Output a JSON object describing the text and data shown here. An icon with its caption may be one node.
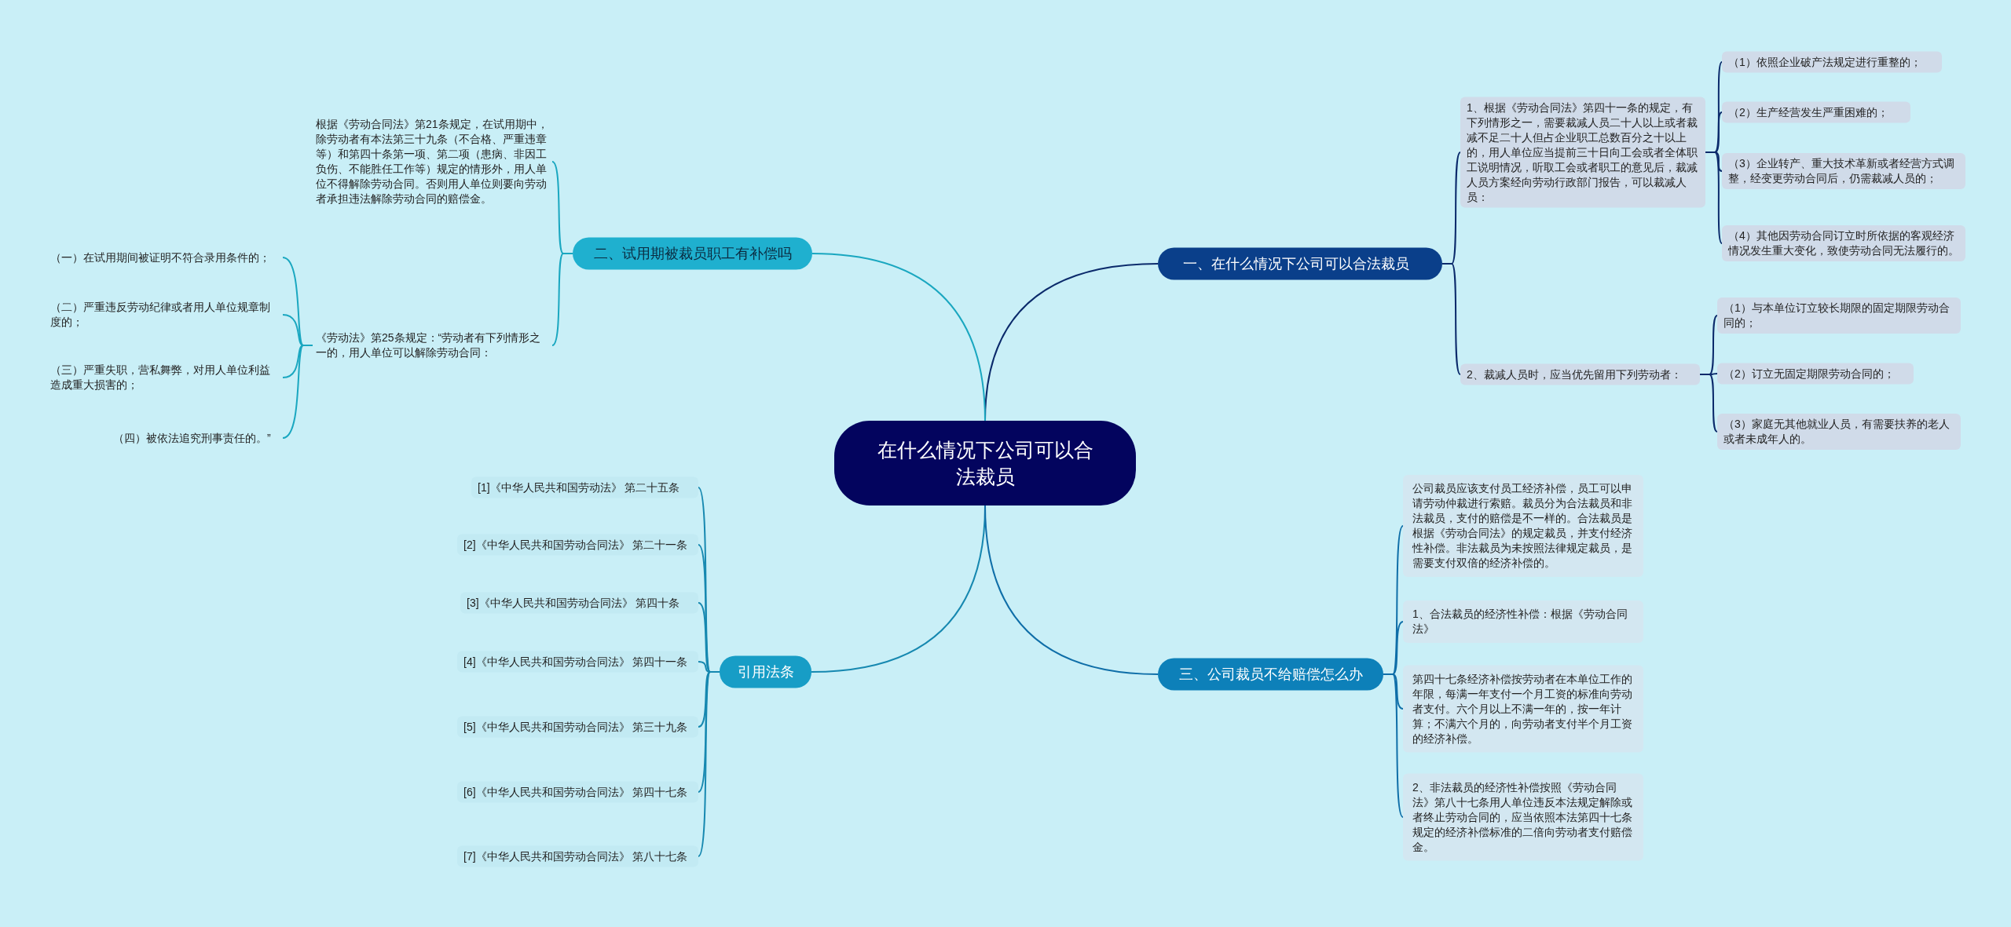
{
  "diagram": {
    "nodes": [
      {
        "text": [
          "在什么情况下公司可以合法裁员"
        ]
      },
      {
        "text": [
          "一、在什么情况下公司可以合法裁员"
        ]
      },
      {
        "text": [
          "1、根据《劳动合同法》第四十一条的规定，有下列情形之一，需要裁减人员二十人以上或者裁减不足二十人但占企业职工总数百分之十以上的，用人单位应当提前三十日向工会或者全体职工说明情况，听取工会或者职工的意见后，裁减人员方案经向劳动行政部门报告，可以裁减人员："
        ]
      },
      {
        "text": [
          "（1）依照企业破产法规定进行重整的；"
        ]
      },
      {
        "text": [
          "（2）生产经营发生严重困难的；"
        ]
      },
      {
        "text": [
          "（3）企业转产、重大技术革新或者经营方式调整，经变更劳动合同后，仍需裁减人员的；"
        ]
      },
      {
        "text": [
          "（4）其他因劳动合同订立时所依据的客观经济情况发生重大变化，致使劳动合同无法履行的。"
        ]
      },
      {
        "text": [
          "2、裁减人员时，应当优先留用下列劳动者："
        ]
      },
      {
        "text": [
          "（1）与本单位订立较长期限的固定期限劳动合同的；"
        ]
      },
      {
        "text": [
          "（2）订立无固定期限劳动合同的；"
        ]
      },
      {
        "text": [
          "（3）家庭无其他就业人员，有需要扶养的老人或者未成年人的。"
        ]
      },
      {
        "text": [
          "二、试用期被裁员职工有补偿吗"
        ]
      },
      {
        "text": [
          "根据《劳动合同法》第21条规定，在试用期中，除劳动者有本法第三十九条（不合格、严重违章等）和第四十条第一项、第二项（患病、非因工负伤、不能胜任工作等）规定的情形外，用人单位不得解除劳动合同。否则用人单位则要向劳动者承担违法解除劳动合同的赔偿金。"
        ]
      },
      {
        "text": [
          "《劳动法》第25条规定：“劳动者有下列情形之一的，用人单位可以解除劳动合同："
        ]
      },
      {
        "text": [
          "（一）在试用期间被证明不符合录用条件的；"
        ]
      },
      {
        "text": [
          "（二）严重违反劳动纪律或者用人单位规章制度的；"
        ]
      },
      {
        "text": [
          "（三）严重失职，营私舞弊，对用人单位利益造成重大损害的；"
        ]
      },
      {
        "text": [
          "（四）被依法追究刑事责任的。”"
        ]
      },
      {
        "text": [
          "引用法条"
        ]
      },
      {
        "text": [
          "[1]《中华人民共和国劳动法》 第二十五条"
        ]
      },
      {
        "text": [
          "[2]《中华人民共和国劳动合同法》 第二十一条"
        ]
      },
      {
        "text": [
          "[3]《中华人民共和国劳动合同法》 第四十条"
        ]
      },
      {
        "text": [
          "[4]《中华人民共和国劳动合同法》 第四十一条"
        ]
      },
      {
        "text": [
          "[5]《中华人民共和国劳动合同法》 第三十九条"
        ]
      },
      {
        "text": [
          "[6]《中华人民共和国劳动合同法》 第四十七条"
        ]
      },
      {
        "text": [
          "[7]《中华人民共和国劳动合同法》 第八十七条"
        ]
      },
      {
        "text": [
          "三、公司裁员不给赔偿怎么办"
        ]
      },
      {
        "text": [
          "公司裁员应该支付员工经济补偿，员工可以申请劳动仲裁进行索赔。裁员分为合法裁员和非法裁员，支付的赔偿是不一样的。合法裁员是根据《劳动合同法》的规定裁员，并支付经济性补偿。非法裁员为未按照法律规定裁员，是需要支付双倍的经济补偿的。"
        ]
      },
      {
        "text": [
          "1、合法裁员的经济性补偿：根据《劳动合同法》"
        ]
      },
      {
        "text": [
          "第四十七条经济补偿按劳动者在本单位工作的年限，每满一年支付一个月工资的标准向劳动者支付。六个月以上不满一年的，按一年计算；不满六个月的，向劳动者支付半个月工资的经济补偿。"
        ]
      },
      {
        "text": [
          "2、非法裁员的经济性补偿按照《劳动合同法》第八十七条用人单位违反本法规定解除或者终止劳动合同的，应当依照本法第四十七条规定的经济补偿标准的二倍向劳动者支付赔偿金。"
        ]
      }
    ],
    "edges": [
      {
        "from": 0,
        "to": 1,
        "arrow": "none",
        "color": "#0b2a6b"
      },
      {
        "from": 1,
        "to": 2,
        "arrow": "none",
        "color": "#0b2a6b"
      },
      {
        "from": 2,
        "to": 3,
        "arrow": "none",
        "color": "#0b2a6b"
      },
      {
        "from": 2,
        "to": 4,
        "arrow": "none",
        "color": "#0b2a6b"
      },
      {
        "from": 2,
        "to": 5,
        "arrow": "none",
        "color": "#0b2a6b"
      },
      {
        "from": 2,
        "to": 6,
        "arrow": "none",
        "color": "#0b2a6b"
      },
      {
        "from": 1,
        "to": 7,
        "arrow": "none",
        "color": "#0b2a6b"
      },
      {
        "from": 7,
        "to": 8,
        "arrow": "none",
        "color": "#0b2a6b"
      },
      {
        "from": 7,
        "to": 9,
        "arrow": "none",
        "color": "#0b2a6b"
      },
      {
        "from": 7,
        "to": 10,
        "arrow": "none",
        "color": "#0b2a6b"
      },
      {
        "from": 0,
        "to": 11,
        "arrow": "none",
        "color": "#1aa7c0"
      },
      {
        "from": 11,
        "to": 12,
        "arrow": "none",
        "color": "#1aa7c0"
      },
      {
        "from": 11,
        "to": 13,
        "arrow": "none",
        "color": "#1aa7c0"
      },
      {
        "from": 13,
        "to": 14,
        "arrow": "none",
        "color": "#1aa7c0"
      },
      {
        "from": 13,
        "to": 15,
        "arrow": "none",
        "color": "#1aa7c0"
      },
      {
        "from": 13,
        "to": 16,
        "arrow": "none",
        "color": "#1aa7c0"
      },
      {
        "from": 13,
        "to": 17,
        "arrow": "none",
        "color": "#1aa7c0"
      },
      {
        "from": 0,
        "to": 18,
        "arrow": "none",
        "color": "#1688b0"
      },
      {
        "from": 18,
        "to": 19,
        "arrow": "none",
        "color": "#1688b0"
      },
      {
        "from": 18,
        "to": 20,
        "arrow": "none",
        "color": "#1688b0"
      },
      {
        "from": 18,
        "to": 21,
        "arrow": "none",
        "color": "#1688b0"
      },
      {
        "from": 18,
        "to": 22,
        "arrow": "none",
        "color": "#1688b0"
      },
      {
        "from": 18,
        "to": 23,
        "arrow": "none",
        "color": "#1688b0"
      },
      {
        "from": 18,
        "to": 24,
        "arrow": "none",
        "color": "#1688b0"
      },
      {
        "from": 18,
        "to": 25,
        "arrow": "none",
        "color": "#1688b0"
      },
      {
        "from": 0,
        "to": 26,
        "arrow": "none",
        "color": "#0f6ea8"
      },
      {
        "from": 26,
        "to": 27,
        "arrow": "none",
        "color": "#0f6ea8"
      },
      {
        "from": 26,
        "to": 28,
        "arrow": "none",
        "color": "#0f6ea8"
      },
      {
        "from": 26,
        "to": 29,
        "arrow": "none",
        "color": "#0f6ea8"
      },
      {
        "from": 26,
        "to": 30,
        "arrow": "none",
        "color": "#0f6ea8"
      }
    ]
  }
}
